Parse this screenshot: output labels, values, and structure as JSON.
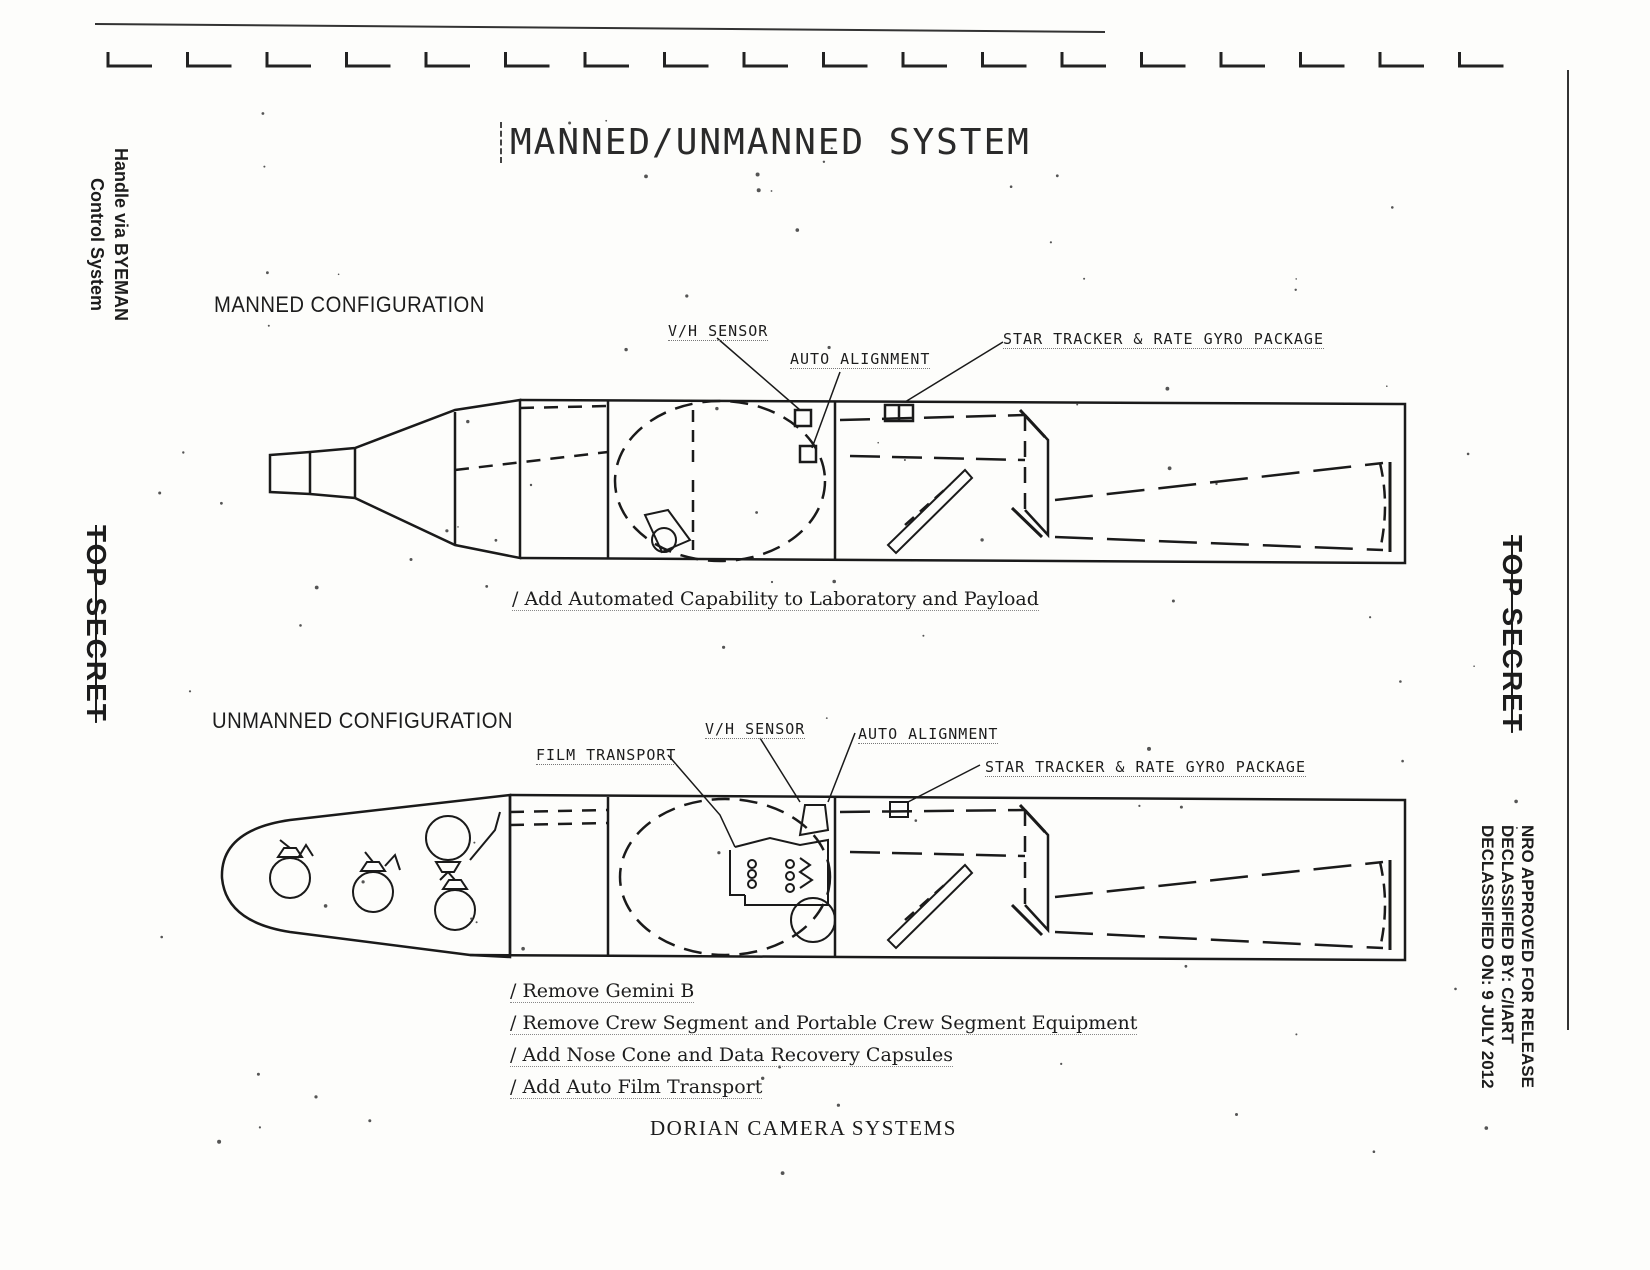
{
  "title": "MANNED/UNMANNED SYSTEM",
  "manned": {
    "heading": "MANNED CONFIGURATION",
    "labels": {
      "vh_sensor": "V/H SENSOR",
      "auto_alignment": "AUTO ALIGNMENT",
      "star_tracker": "STAR TRACKER & RATE GYRO PACKAGE"
    },
    "note": "/ Add Automated Capability to Laboratory and Payload"
  },
  "unmanned": {
    "heading": "UNMANNED CONFIGURATION",
    "labels": {
      "vh_sensor": "V/H SENSOR",
      "auto_alignment": "AUTO ALIGNMENT",
      "film_transport": "FILM TRANSPORT",
      "star_tracker": "STAR TRACKER & RATE GYRO PACKAGE"
    },
    "notes": [
      "/ Remove Gemini B",
      "/ Remove Crew Segment and Portable Crew Segment Equipment",
      "/ Add Nose Cone and Data Recovery Capsules",
      "/ Add Auto Film Transport"
    ]
  },
  "footer": "DORIAN CAMERA SYSTEMS",
  "handling": [
    "Handle via BYEMAN",
    "Control System"
  ],
  "classification": "TOP SECRET",
  "release": [
    "NRO APPROVED FOR RELEASE",
    "DECLASSIFIED BY: C/IART",
    "DECLASSIFIED ON: 9 JULY 2012"
  ]
}
